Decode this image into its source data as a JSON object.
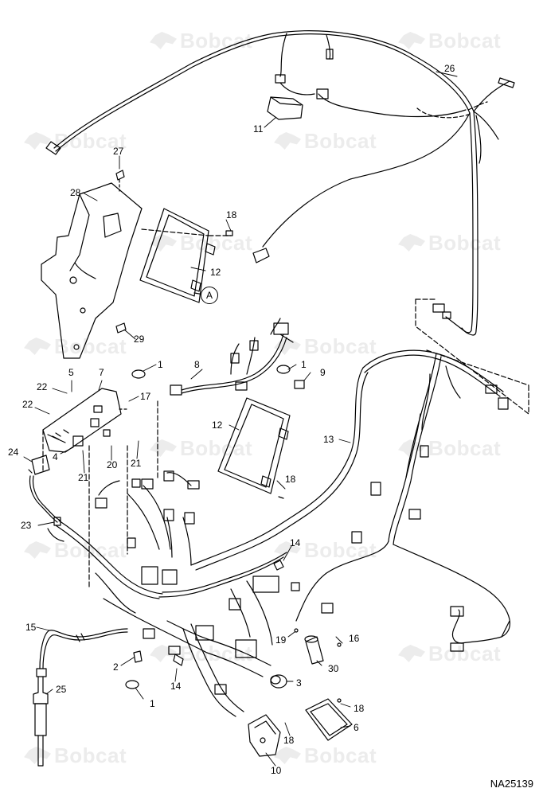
{
  "watermark_text": "Bobcat",
  "drawing_code": "NA25139",
  "detail_callout": "A",
  "callouts": [
    {
      "id": "c26",
      "label": "26"
    },
    {
      "id": "c11",
      "label": "11"
    },
    {
      "id": "c27",
      "label": "27"
    },
    {
      "id": "c28",
      "label": "28"
    },
    {
      "id": "c18a",
      "label": "18"
    },
    {
      "id": "c12a",
      "label": "12"
    },
    {
      "id": "c29",
      "label": "29"
    },
    {
      "id": "c1a",
      "label": "1"
    },
    {
      "id": "c8",
      "label": "8"
    },
    {
      "id": "c1b",
      "label": "1"
    },
    {
      "id": "c9",
      "label": "9"
    },
    {
      "id": "c5",
      "label": "5"
    },
    {
      "id": "c7",
      "label": "7"
    },
    {
      "id": "c22a",
      "label": "22"
    },
    {
      "id": "c17",
      "label": "17"
    },
    {
      "id": "c22b",
      "label": "22"
    },
    {
      "id": "c12b",
      "label": "12"
    },
    {
      "id": "c13",
      "label": "13"
    },
    {
      "id": "c24",
      "label": "24"
    },
    {
      "id": "c4",
      "label": "4"
    },
    {
      "id": "c20",
      "label": "20"
    },
    {
      "id": "c21a",
      "label": "21"
    },
    {
      "id": "c21b",
      "label": "21"
    },
    {
      "id": "c18b",
      "label": "18"
    },
    {
      "id": "c23",
      "label": "23"
    },
    {
      "id": "c14a",
      "label": "14"
    },
    {
      "id": "c15",
      "label": "15"
    },
    {
      "id": "c19",
      "label": "19"
    },
    {
      "id": "c16",
      "label": "16"
    },
    {
      "id": "c2",
      "label": "2"
    },
    {
      "id": "c30",
      "label": "30"
    },
    {
      "id": "c14b",
      "label": "14"
    },
    {
      "id": "c3",
      "label": "3"
    },
    {
      "id": "c25",
      "label": "25"
    },
    {
      "id": "c1c",
      "label": "1"
    },
    {
      "id": "c18c",
      "label": "18"
    },
    {
      "id": "c6",
      "label": "6"
    },
    {
      "id": "c18d",
      "label": "18"
    },
    {
      "id": "c10",
      "label": "10"
    }
  ]
}
